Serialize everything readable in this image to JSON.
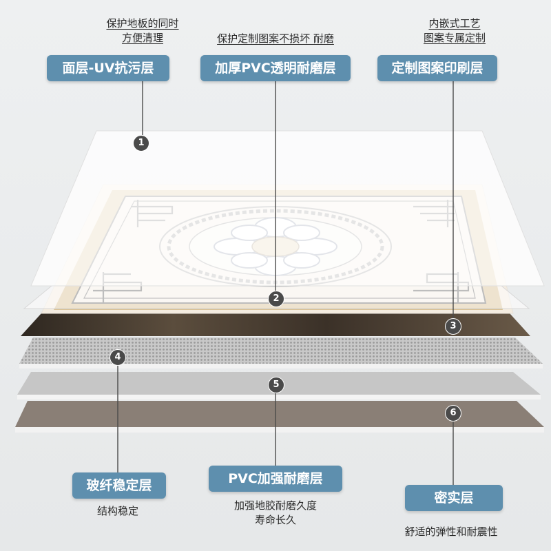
{
  "colors": {
    "label_bg": "#5e8fae",
    "badge_bg": "#4a4a4a",
    "layer_uv": "#f2f3f4",
    "layer_pvc_clear": "#f7f7f7",
    "layer_pattern_border": "#d9c296",
    "layer_pattern_dark": "#3a3228",
    "layer_fiberglass": "#bdbdbd",
    "layer_pvc_core": "#c8c8c8",
    "layer_dense": "#8a7f76"
  },
  "layers": [
    {
      "number": "1",
      "label": "面层-UV抗污层",
      "caption": [
        "保护地板的同时",
        "方便清理"
      ]
    },
    {
      "number": "2",
      "label": "加厚PVC透明耐磨层",
      "caption": [
        "保护定制图案不损坏 耐磨"
      ]
    },
    {
      "number": "3",
      "label": "定制图案印刷层",
      "caption": [
        "内嵌式工艺",
        "图案专属定制"
      ]
    },
    {
      "number": "4",
      "label": "玻纤稳定层",
      "caption": [
        "结构稳定"
      ]
    },
    {
      "number": "5",
      "label": "PVC加强耐磨层",
      "caption": [
        "加强地胶耐磨久度",
        "寿命长久"
      ]
    },
    {
      "number": "6",
      "label": "密实层",
      "caption": [
        "舒适的弹性和耐震性"
      ]
    }
  ]
}
